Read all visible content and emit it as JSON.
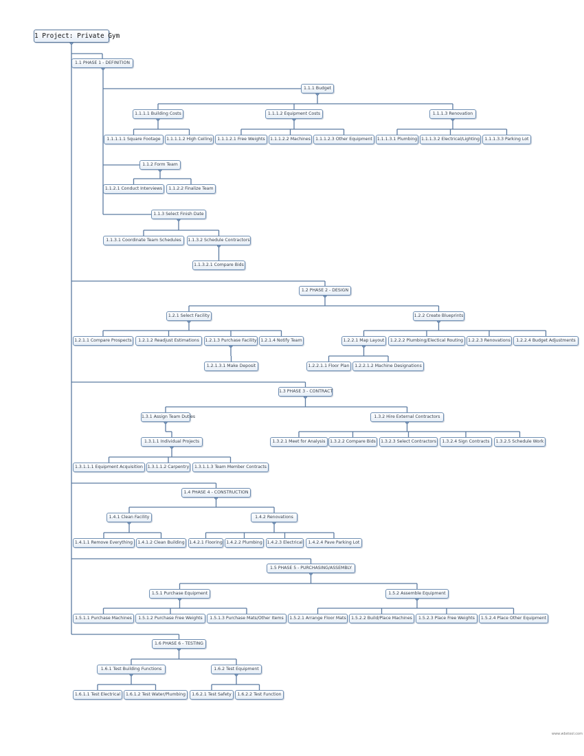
{
  "root": {
    "label": "1 Project: Private Gym"
  },
  "nodes": {
    "n1_1": "1.1 PHASE 1 - DEFINITION",
    "n1_1_1": "1.1.1 Budget",
    "n1_1_1_1": "1.1.1.1 Building Costs",
    "n1_1_1_2": "1.1.1.2 Equipment Costs",
    "n1_1_1_3": "1.1.1.3 Renovation",
    "n1_1_1_1_1": "1.1.1.1.1 Square Footage",
    "n1_1_1_1_2": "1.1.1.1.2 High Ceiling",
    "n1_1_1_2_1": "1.1.1.2.1 Free Weights",
    "n1_1_1_2_2": "1.1.1.2.2 Machines",
    "n1_1_1_2_3": "1.1.1.2.3 Other Equipment",
    "n1_1_1_3_1": "1.1.1.3.1 Plumbing",
    "n1_1_1_3_2": "1.1.1.3.2 Electrical/Lighting",
    "n1_1_1_3_3": "1.1.1.3.3 Parking Lot",
    "n1_1_2": "1.1.2 Form Team",
    "n1_1_2_1": "1.1.2.1 Conduct Interviews",
    "n1_1_2_2": "1.1.2.2 Finalize Team",
    "n1_1_3": "1.1.3 Select Finish Date",
    "n1_1_3_1": "1.1.3.1 Coordinate Team Schedules",
    "n1_1_3_2": "1.1.3.2 Schedule Contractors",
    "n1_1_3_2_1": "1.1.3.2.1 Compare Bids",
    "n1_2": "1.2 PHASE 2 - DESIGN",
    "n1_2_1": "1.2.1 Select Facility",
    "n1_2_1_1": "1.2.1.1 Compare Prospects",
    "n1_2_1_2": "1.2.1.2 Readjust Estimations",
    "n1_2_1_3": "1.2.1.3 Purchase Facility",
    "n1_2_1_4": "1.2.1.4 Notify Team",
    "n1_2_1_3_1": "1.2.1.3.1 Make Deposit",
    "n1_2_2": "1.2.2 Create Blueprints",
    "n1_2_2_1": "1.2.2.1 Map Layout",
    "n1_2_2_2": "1.2.2.2 Plumbing/Electical Routing",
    "n1_2_2_3": "1.2.2.3 Renovations",
    "n1_2_2_4": "1.2.2.4 Budget Adjustments",
    "n1_2_2_1_1": "1.2.2.1.1 Floor Plan",
    "n1_2_2_1_2": "1.2.2.1.2 Machine Designations",
    "n1_3": "1.3 PHASE 3 - CONTRACT",
    "n1_3_1": "1.3.1 Assign Team Duties",
    "n1_3_1_1": "1.3.1.1 Individual Projects",
    "n1_3_1_1_1": "1.3.1.1.1 Equipment Acquisition",
    "n1_3_1_1_2": "1.3.1.1.2 Carpentry",
    "n1_3_1_1_3": "1.3.1.1.3 Team Member Contracts",
    "n1_3_2": "1.3.2 Hire External Contractors",
    "n1_3_2_1": "1.3.2.1 Meet for Analysis",
    "n1_3_2_2": "1.3.2.2 Compare Bids",
    "n1_3_2_3": "1.3.2.3 Select Contractors",
    "n1_3_2_4": "1.3.2.4 Sign Contracts",
    "n1_3_2_5": "1.3.2.5 Schedule Work",
    "n1_4": "1.4 PHASE 4 - CONSTRUCTION",
    "n1_4_1": "1.4.1 Clean Facility",
    "n1_4_1_1": "1.4.1.1 Remove Everything",
    "n1_4_1_2": "1.4.1.2 Clean Building",
    "n1_4_2": "1.4.2 Renovations",
    "n1_4_2_1": "1.4.2.1 Flooring",
    "n1_4_2_2": "1.4.2.2 Plumbing",
    "n1_4_2_3": "1.4.2.3 Electrical",
    "n1_4_2_4": "1.4.2.4 Pave Parking Lot",
    "n1_5": "1.5 PHASE 5 - PURCHASING/ASSEMBLY",
    "n1_5_1": "1.5.1 Purchase Equipment",
    "n1_5_1_1": "1.5.1.1 Purchase Machines",
    "n1_5_1_2": "1.5.1.2 Purchase Free Weights",
    "n1_5_1_3": "1.5.1.3 Purchase Mats/Other Items",
    "n1_5_2": "1.5.2 Assemble Equipment",
    "n1_5_2_1": "1.5.2.1 Arrange Floor Mats",
    "n1_5_2_2": "1.5.2.2 Build/Place Machines",
    "n1_5_2_3": "1.5.2.3 Place Free Weights",
    "n1_5_2_4": "1.5.2.4 Place Other Equipment",
    "n1_6": "1.6 PHASE 6 - TESTING",
    "n1_6_1": "1.6.1 Test Building Functions",
    "n1_6_1_1": "1.6.1.1 Test Electrical",
    "n1_6_1_2": "1.6.1.2 Test Water/Plumbing",
    "n1_6_2": "1.6.2 Test Equipment",
    "n1_6_2_1": "1.6.2.1 Test Safety",
    "n1_6_2_2": "1.6.2.2 Test Function"
  },
  "footer": {
    "text": "www.wbstool.com"
  },
  "colors": {
    "line": "#5b7aa0",
    "node_border": "#6f8fb3",
    "connector_dot": "#7c9cc4"
  }
}
